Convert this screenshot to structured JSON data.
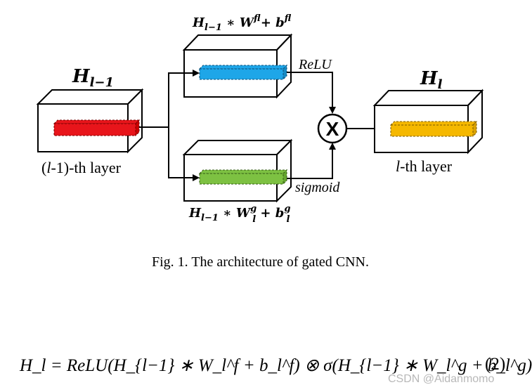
{
  "diagram": {
    "input_block": {
      "title": "H",
      "title_sub": "l−1",
      "caption_prefix": "(",
      "caption_var": "l",
      "caption_suffix": "-1)-th layer",
      "bar_color": "#e8151b"
    },
    "top_block": {
      "label_main": "H",
      "label_sub": "l−1",
      "label_op": " ∗ W",
      "label_sup": "f",
      "label_sub2": "l",
      "label_plus": " + b",
      "label_sup2": "f",
      "label_sub3": "l",
      "bar_color": "#1ea6e8",
      "activation": "ReLU"
    },
    "bottom_block": {
      "label_main": "H",
      "label_sub": "l−1",
      "label_op": " ∗ W",
      "label_sup": "g",
      "label_sub2": "l",
      "label_plus": " + b",
      "label_sup2": "g",
      "label_sub3": "l",
      "bar_color": "#7dc142",
      "activation": "sigmoid"
    },
    "multiply_symbol": "X",
    "output_block": {
      "title": "H",
      "title_sub": "l",
      "caption_var": "l",
      "caption_suffix": "-th layer",
      "bar_color": "#f5b800"
    }
  },
  "caption": "Fig. 1. The architecture of gated CNN.",
  "equation": {
    "text": "H_l = ReLU(H_{l−1} ∗ W_l^f + b_l^f) ⊗ σ(H_{l−1} ∗ W_l^g + b_l^g)",
    "number": "(2)"
  },
  "watermark": "CSDN @Aidanmomo"
}
